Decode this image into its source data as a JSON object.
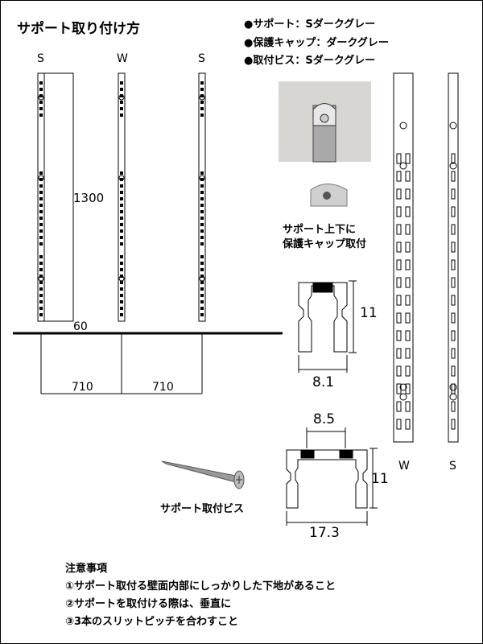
{
  "title": "サポート取り付け方",
  "legend": [
    "●サポート：Sダークグレー",
    "●保護キャップ：ダークグレー",
    "●取付ビス：Sダークグレー"
  ],
  "support_labels": [
    "S",
    "W",
    "S"
  ],
  "dimensions": {
    "height": "1300",
    "offset": "60",
    "span1": "710",
    "span2": "710"
  },
  "cap_caption": [
    "サポート上下に",
    "保護キャップ取付"
  ],
  "profile_s": {
    "height": "11",
    "width": "8.1"
  },
  "profile_w": {
    "inner": "8.5",
    "height": "11",
    "width": "17.3"
  },
  "screw_caption": "サポート取付ビス",
  "right_labels": [
    "W",
    "S"
  ],
  "notes": {
    "heading": "注意事項",
    "items": [
      "①サポート取付る壁面内部にしっかりした下地があること",
      "②サポートを取付ける際は、垂直に",
      "③3本のスリットピッチを合わすこと"
    ]
  }
}
